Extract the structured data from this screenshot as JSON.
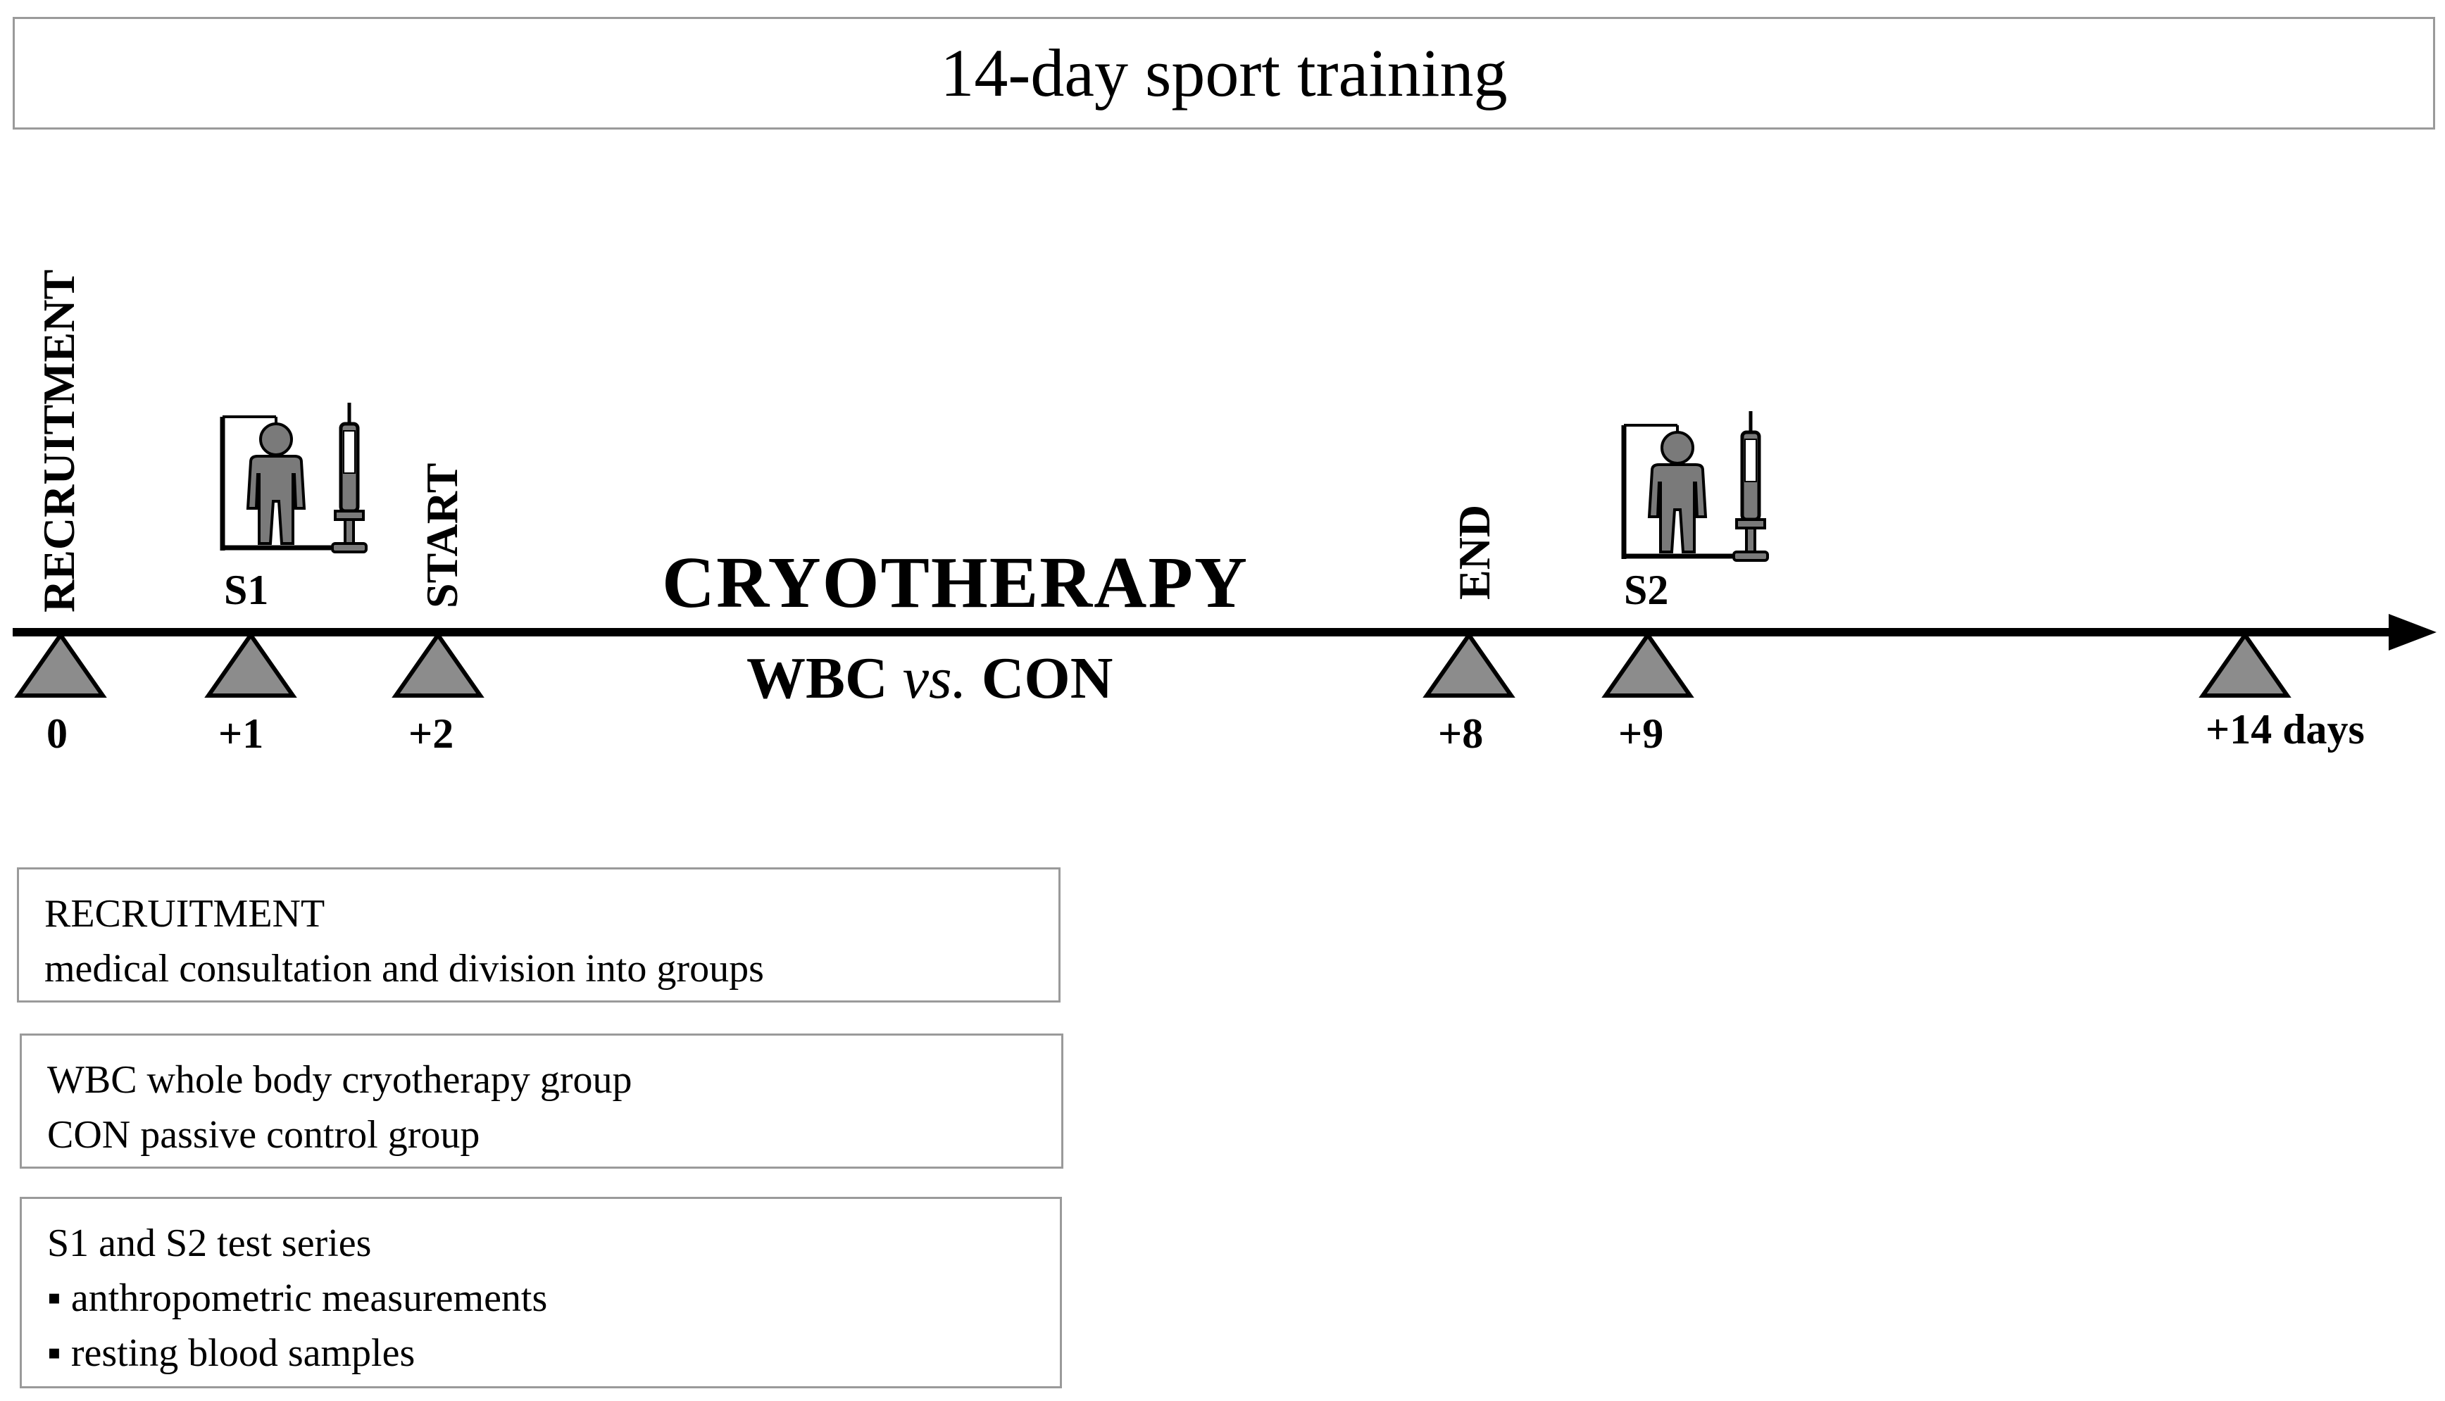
{
  "title": "14-day sport training",
  "timeline": {
    "vertical_labels": {
      "recruitment": "RECRUITMENT",
      "start": "START",
      "end": "END"
    },
    "session_labels": {
      "s1": "S1",
      "s2": "S2"
    },
    "center_title": "CRYOTHERAPY",
    "comparison": {
      "left": "WBC",
      "vs": "vs.",
      "right": "CON"
    },
    "days": [
      "0",
      "+1",
      "+2",
      "+8",
      "+9",
      "+14 days"
    ],
    "colors": {
      "axis": "#000000",
      "marker_fill": "#8c8c8c",
      "marker_stroke": "#000000",
      "icon_fill": "#7a7a7a"
    }
  },
  "legend": {
    "box1": {
      "line1": "RECRUITMENT",
      "line2": "medical consultation and division into groups"
    },
    "box2": {
      "line1": "WBC whole body cryotherapy group",
      "line2": "CON passive control group"
    },
    "box3": {
      "line1": "S1 and S2 test series",
      "line2": "▪ anthropometric measurements",
      "line3": "▪ resting blood samples"
    }
  },
  "icons": {
    "s1_person": "person-measurement-icon",
    "s1_syringe": "syringe-icon",
    "s2_person": "person-measurement-icon",
    "s2_syringe": "syringe-icon"
  }
}
